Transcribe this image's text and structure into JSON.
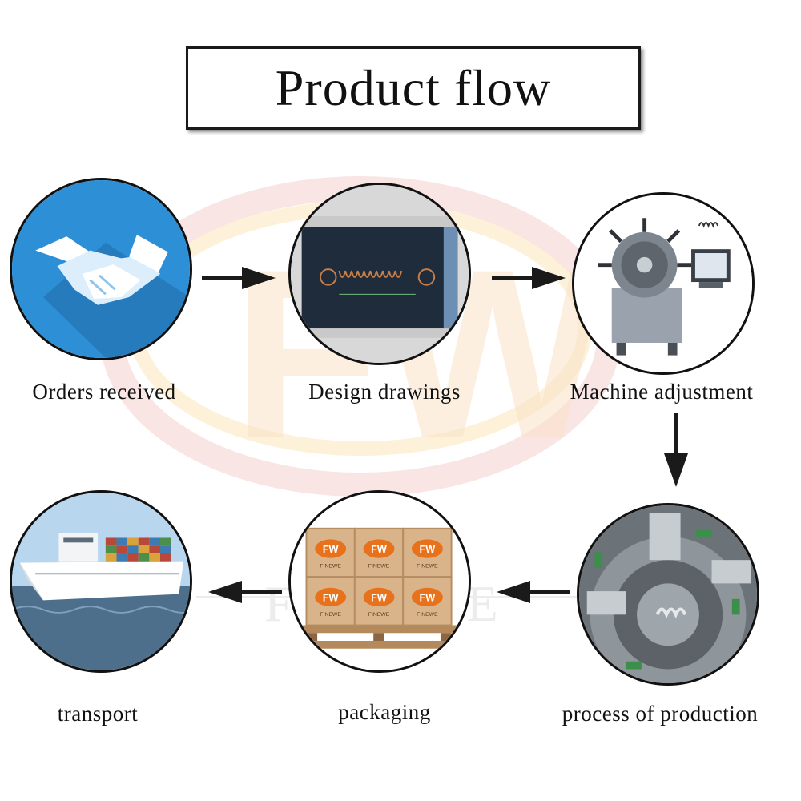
{
  "title": "Product flow",
  "watermark_text": "FINEWE",
  "steps": [
    {
      "label": "Orders received",
      "icon": "handshake-icon"
    },
    {
      "label": "Design drawings",
      "icon": "cad-drawing-icon"
    },
    {
      "label": "Machine adjustment",
      "icon": "spring-machine-icon"
    },
    {
      "label": "process of production",
      "icon": "production-tooling-icon"
    },
    {
      "label": "packaging",
      "icon": "boxes-on-pallet-icon"
    },
    {
      "label": "transport",
      "icon": "container-ship-icon"
    }
  ],
  "box_logo": "FW",
  "box_brand": "FINEWE",
  "colors": {
    "handshake_bg": "#2d8fd6",
    "cad_bg": "#1f2c3c",
    "box_orange": "#e8721b",
    "watermark_red": "#e53935"
  }
}
